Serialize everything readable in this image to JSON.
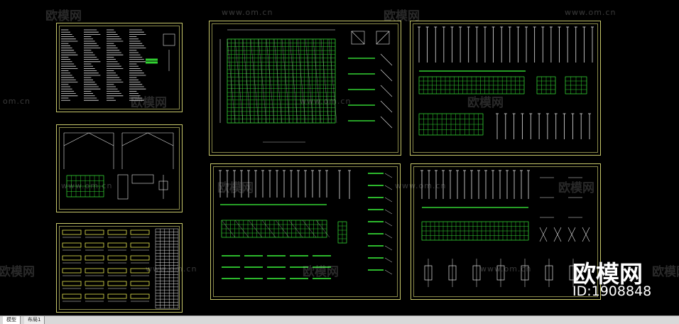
{
  "watermark": {
    "brand": "欧模网",
    "url": "www.om.cn",
    "url_short": "om.cn",
    "big_brand": "欧模网",
    "id_label": "ID:1908848"
  },
  "tabs": [
    {
      "label": "模型",
      "active": true
    },
    {
      "label": "布局1",
      "active": false
    }
  ],
  "colors": {
    "background": "#000000",
    "frame": "#c8c86a",
    "line_green": "#32d232",
    "line_white": "#e6e6e6",
    "line_yellow": "#e6e650"
  }
}
